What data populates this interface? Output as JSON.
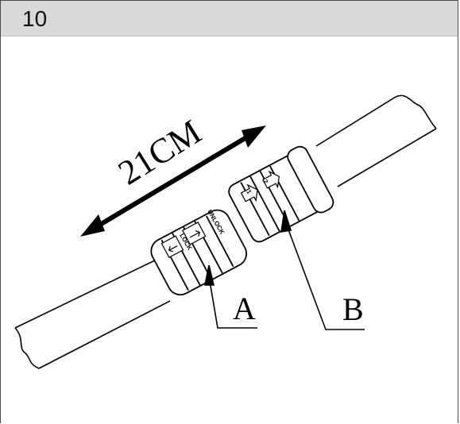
{
  "step": {
    "number": "10"
  },
  "diagram": {
    "dimension_label": "21CM",
    "callout_a": "A",
    "callout_b": "B",
    "lock_label": "LOCK",
    "unlock_label": "UNLOCK",
    "marker_1": "1",
    "marker_2": "2"
  }
}
